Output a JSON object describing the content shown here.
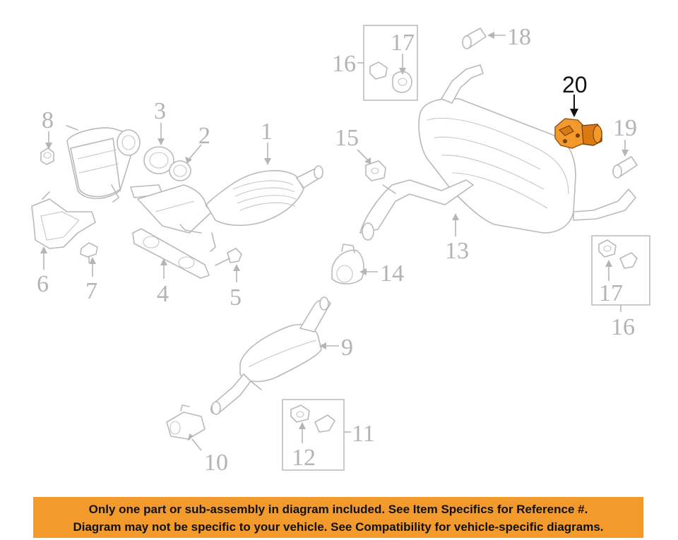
{
  "diagram": {
    "colors": {
      "line_art": "#b9b9b9",
      "highlight_part": "#f39a2d",
      "active_label": "#111111",
      "notice_background": "#f39a2d"
    },
    "callouts": {
      "c1": "1",
      "c2": "2",
      "c3": "3",
      "c4": "4",
      "c5": "5",
      "c6": "6",
      "c7": "7",
      "c8": "8",
      "c9": "9",
      "c10": "10",
      "c11": "11",
      "c12": "12",
      "c13": "13",
      "c14": "14",
      "c15": "15",
      "c16_top": "16",
      "c17_top": "17",
      "c18": "18",
      "c19": "19",
      "c16_right": "16",
      "c17_right": "17",
      "c20": "20"
    },
    "highlighted_item": "20"
  },
  "notice": {
    "line1": "Only one part or sub-assembly in diagram included. See Item Specifics for Reference #.",
    "line2": "Diagram may not be specific to your vehicle. See Compatibility for vehicle-specific diagrams."
  }
}
